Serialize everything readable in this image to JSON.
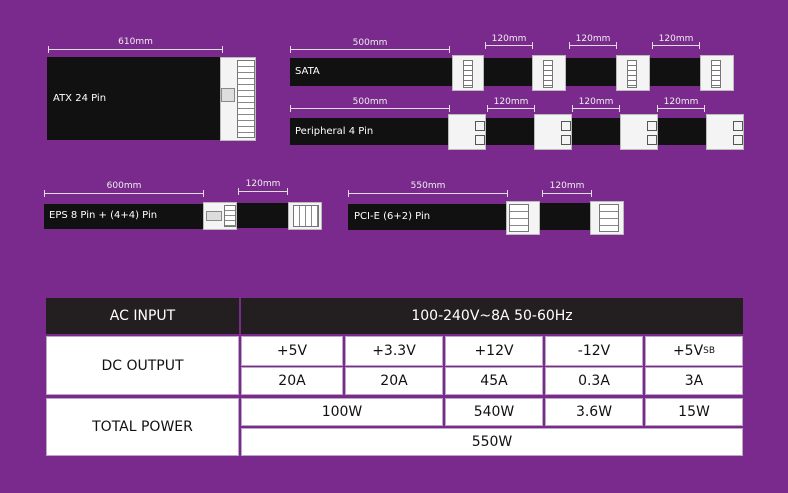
{
  "cables": {
    "atx": {
      "label": "ATX 24 Pin",
      "length": "610mm"
    },
    "sata": {
      "label": "SATA",
      "lengths": [
        "500mm",
        "120mm",
        "120mm",
        "120mm"
      ]
    },
    "peripheral": {
      "label": "Peripheral 4 Pin",
      "lengths": [
        "500mm",
        "120mm",
        "120mm",
        "120mm"
      ]
    },
    "eps": {
      "label": "EPS 8 Pin + (4+4) Pin",
      "lengths": [
        "600mm",
        "120mm"
      ]
    },
    "pcie": {
      "label": "PCI-E (6+2) Pin",
      "lengths": [
        "550mm",
        "120mm"
      ]
    }
  },
  "spec_table": {
    "ac_input_label": "AC INPUT",
    "ac_input_value": "100-240V~8A 50-60Hz",
    "dc_output_label": "DC OUTPUT",
    "total_power_label": "TOTAL POWER",
    "rails": [
      {
        "name": "+5V",
        "current": "20A"
      },
      {
        "name": "+3.3V",
        "current": "20A"
      },
      {
        "name": "+12V",
        "current": "45A"
      },
      {
        "name": "-12V",
        "current": "0.3A"
      },
      {
        "name": "+5V",
        "name_sub": "SB",
        "current": "3A"
      }
    ],
    "power_combined_5v_33v": "100W",
    "power_12v": "540W",
    "power_n12v": "3.6W",
    "power_5vsb": "15W",
    "total_power": "550W"
  },
  "colors": {
    "background": "#7a2a8c",
    "header": "#231f20",
    "cell": "#ffffff"
  }
}
